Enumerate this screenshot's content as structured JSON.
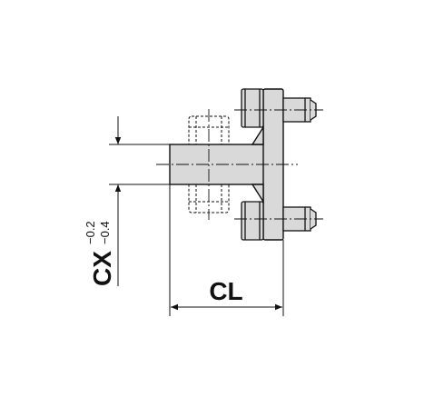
{
  "dimensions": {
    "cx": {
      "label": "CX",
      "tol_upper": "−0.2",
      "tol_lower": "−0.4"
    },
    "cl": {
      "label": "CL"
    }
  },
  "colors": {
    "outline": "#111111",
    "part_fill": "#d9d9d9",
    "background": "#ffffff"
  }
}
